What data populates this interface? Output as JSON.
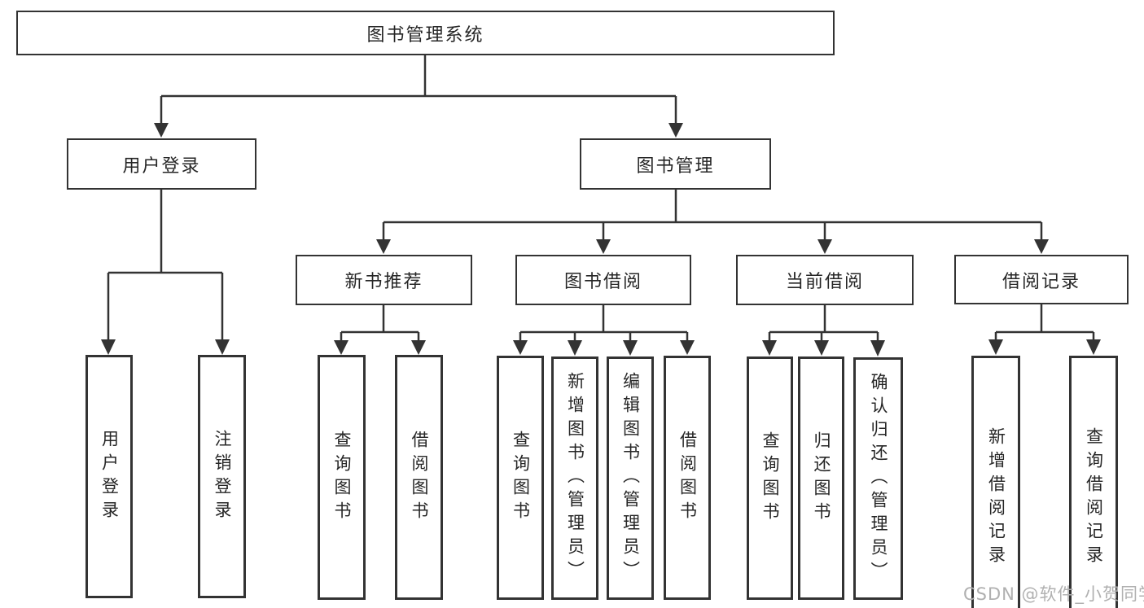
{
  "tree": {
    "label": "图书管理系统",
    "children": [
      {
        "label": "用户登录",
        "children": [
          {
            "label": "用户登录"
          },
          {
            "label": "注销登录"
          }
        ]
      },
      {
        "label": "图书管理",
        "children": [
          {
            "label": "新书推荐",
            "children": [
              {
                "label": "查询图书"
              },
              {
                "label": "借阅图书"
              }
            ]
          },
          {
            "label": "图书借阅",
            "children": [
              {
                "label": "查询图书"
              },
              {
                "label": "新增图书（管理员）"
              },
              {
                "label": "编辑图书（管理员）"
              },
              {
                "label": "借阅图书"
              }
            ]
          },
          {
            "label": "当前借阅",
            "children": [
              {
                "label": "查询图书"
              },
              {
                "label": "归还图书"
              },
              {
                "label": "确认归还（管理员）"
              }
            ]
          },
          {
            "label": "借阅记录",
            "children": [
              {
                "label": "新增借阅记录"
              },
              {
                "label": "查询借阅记录"
              }
            ]
          }
        ]
      }
    ]
  },
  "watermark": {
    "text": "CSDN @软件_小贺同学"
  },
  "colors": {
    "line": "#333333",
    "text": "#262626",
    "watermark": "#b0b0b0",
    "background": "#ffffff"
  }
}
